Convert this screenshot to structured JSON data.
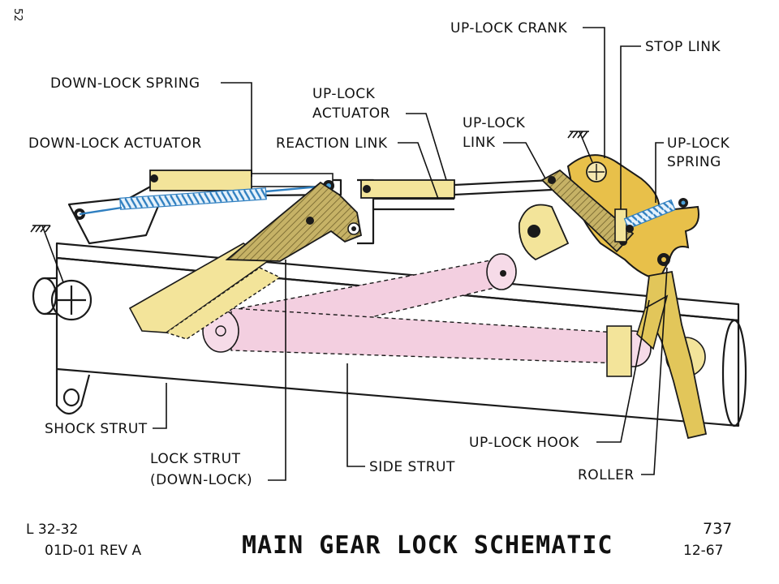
{
  "page_number": "52",
  "labels": {
    "down_lock_spring": "DOWN-LOCK SPRING",
    "down_lock_actuator": "DOWN-LOCK ACTUATOR",
    "up_lock_actuator_l1": "UP-LOCK",
    "up_lock_actuator_l2": "ACTUATOR",
    "reaction_link": "REACTION LINK",
    "up_lock_link_l1": "UP-LOCK",
    "up_lock_link_l2": "LINK",
    "up_lock_crank": "UP-LOCK CRANK",
    "stop_link": "STOP LINK",
    "up_lock_spring_l1": "UP-LOCK",
    "up_lock_spring_l2": "SPRING",
    "shock_strut": "SHOCK STRUT",
    "lock_strut_l1": "LOCK STRUT",
    "lock_strut_l2": "(DOWN-LOCK)",
    "side_strut": "SIDE STRUT",
    "up_lock_hook": "UP-LOCK HOOK",
    "roller": "ROLLER"
  },
  "footer": {
    "doc_ref_1": "L 32-32",
    "doc_ref_2": "01D-01  REV A",
    "title": "MAIN GEAR LOCK SCHEMATIC",
    "model": "737",
    "date": "12-67"
  },
  "colors": {
    "yellow": "#f3e49a",
    "yellow_dark": "#e2c65a",
    "hatch_brown": "#b09a52",
    "crank_gold": "#e8c04a",
    "pink": "#f3cfe0",
    "spring_blue": "#4aa0d8"
  }
}
